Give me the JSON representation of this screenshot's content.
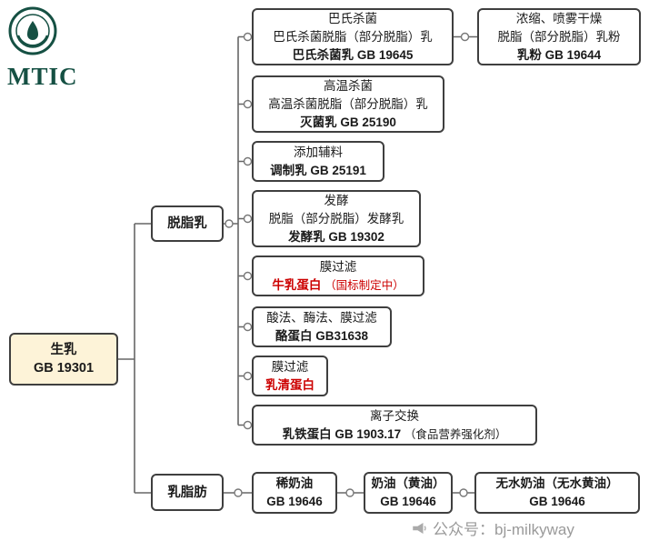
{
  "logo": {
    "brand": "MTIC"
  },
  "footer": {
    "label": "公众号：bj-milkyway"
  },
  "colors": {
    "border": "#3f3f3f",
    "accent_red": "#cc0000",
    "raw_milk_fill": "#fdf3d8",
    "logo_green": "#155043",
    "wire_gray": "#666666"
  },
  "nodes": {
    "raw_milk": {
      "name": "生乳",
      "code": "GB 19301"
    },
    "skim_milk": {
      "name": "脱脂乳"
    },
    "milk_fat": {
      "name": "乳脂肪"
    },
    "pasteurized_milk": {
      "process": "巴氏杀菌",
      "desc": "巴氏杀菌脱脂（部分脱脂）乳",
      "product": "巴氏杀菌乳 GB 19645"
    },
    "milk_powder": {
      "process": "浓缩、喷雾干燥",
      "desc": "脱脂（部分脱脂）乳粉",
      "product": "乳粉 GB 19644"
    },
    "sterilized_milk": {
      "process": "高温杀菌",
      "desc": "高温杀菌脱脂（部分脱脂）乳",
      "product": "灭菌乳 GB 25190"
    },
    "modulated_milk": {
      "process": "添加辅料",
      "product": "调制乳 GB 25191"
    },
    "fermented_milk": {
      "process": "发酵",
      "desc": "脱脂（部分脱脂）发酵乳",
      "product": "发酵乳 GB 19302"
    },
    "bovine_milk_protein": {
      "process": "膜过滤",
      "product": "牛乳蛋白",
      "note": "（国标制定中）"
    },
    "casein": {
      "process": "酸法、酶法、膜过滤",
      "product": "酪蛋白 GB31638"
    },
    "whey_protein": {
      "process": "膜过滤",
      "product": "乳清蛋白"
    },
    "lactoferrin": {
      "process": "离子交换",
      "product": "乳铁蛋白 GB 1903.17",
      "note": "（食品营养强化剂）"
    },
    "cream": {
      "name": "稀奶油",
      "code": "GB 19646"
    },
    "butter": {
      "name": "奶油（黄油）",
      "code": "GB 19646"
    },
    "anhydrous_butter": {
      "name": "无水奶油（无水黄油）",
      "code": "GB 19646"
    }
  }
}
